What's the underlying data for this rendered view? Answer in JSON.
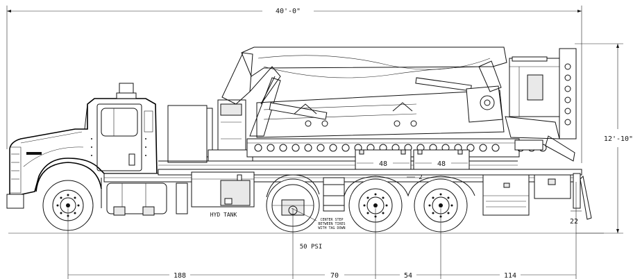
{
  "dimensions": {
    "overall_length": "40'-0\"",
    "overall_height": "12'-10\"",
    "segment_1": "188",
    "segment_2": "70",
    "segment_3": "54",
    "segment_4": "114",
    "rear_overhang": "22",
    "compartment_left": "48",
    "compartment_right": "48",
    "small_mark": "2"
  },
  "labels": {
    "hyd_tank": "HYD TANK",
    "pressure": "50 PSI",
    "step_note_line1": "CENTER STEP",
    "step_note_line2": "BETWEEN TIRES",
    "step_note_line3": "WITH TAG DOWN"
  }
}
